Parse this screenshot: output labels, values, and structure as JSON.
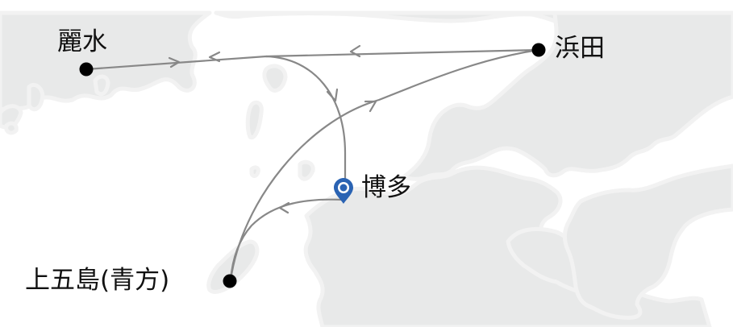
{
  "map": {
    "colors": {
      "land": "#e8e9e9",
      "land_outline": "#f2f2f2",
      "sea": "#ffffff",
      "route": "#888888",
      "port_dot": "#000000",
      "origin_pin": "#2a63b3"
    },
    "origin": {
      "name": "博多",
      "icon": "map-pin-icon"
    },
    "ports": [
      {
        "id": "reisui",
        "name": "麗水"
      },
      {
        "id": "hamada",
        "name": "浜田"
      },
      {
        "id": "kamigoto",
        "name": "上五島(青方)"
      }
    ],
    "routes": [
      {
        "from": "博多",
        "to": "麗水"
      },
      {
        "from": "浜田",
        "to": "博多"
      },
      {
        "from": "麗水",
        "to": "浜田"
      },
      {
        "from": "上五島(青方)",
        "to": "浜田"
      },
      {
        "from": "博多",
        "to": "上五島(青方)"
      }
    ]
  }
}
